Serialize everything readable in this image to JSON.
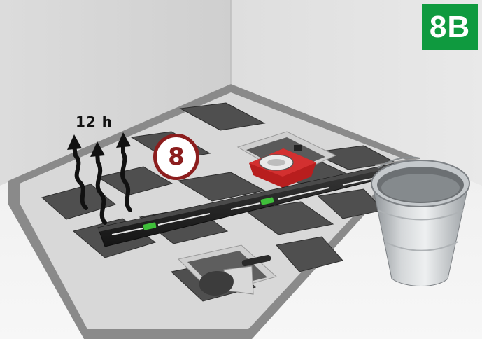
{
  "badge": {
    "label": "8B",
    "color": "#0f9a3f"
  },
  "timer": {
    "label": "12 h"
  },
  "step": {
    "number": "8",
    "color": "#8c1d1d"
  },
  "icons": [
    "steam-arrows-icon",
    "spirit-level-icon",
    "tape-measure-icon",
    "trowel-icon",
    "bucket-icon"
  ]
}
